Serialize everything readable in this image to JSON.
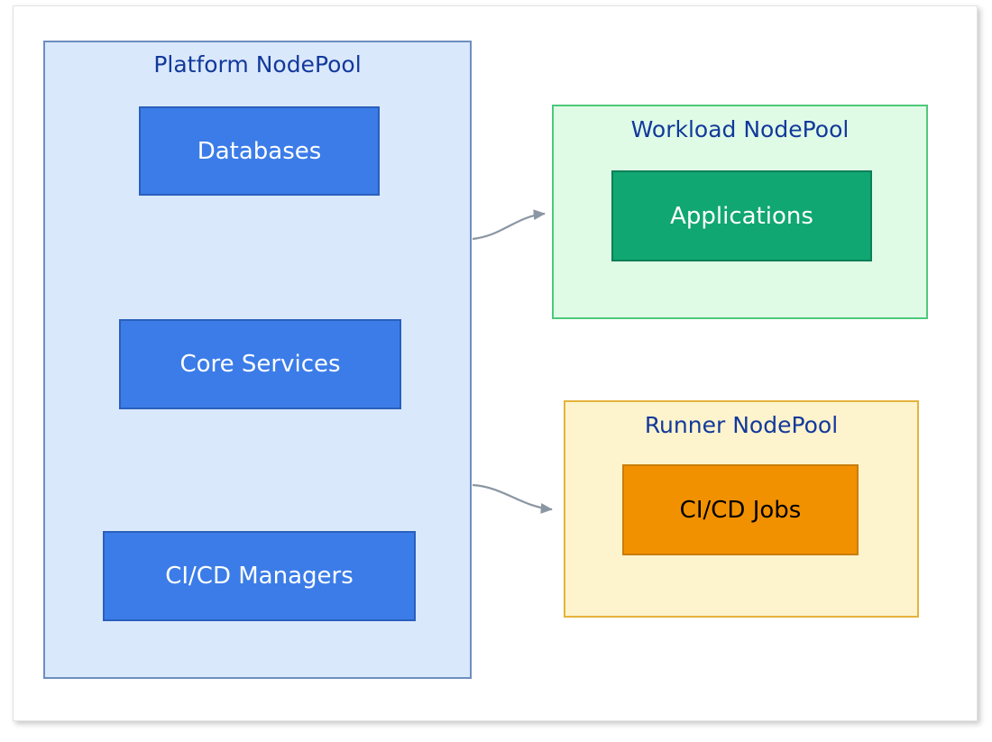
{
  "diagram": {
    "type": "architecture-grouping",
    "title": "",
    "colors": {
      "platform_pool_fill": "#dae8fc",
      "platform_pool_border": "#6c8ebf",
      "platform_box_fill": "#3b7ce8",
      "platform_box_border": "#2a5fbb",
      "workload_pool_fill": "#dffbe6",
      "workload_pool_border": "#4dc97a",
      "workload_box_fill": "#10a772",
      "workload_box_border": "#0d7f58",
      "runner_pool_fill": "#fdf3cd",
      "runner_pool_border": "#e5b33b",
      "runner_box_fill": "#f29100",
      "runner_box_border": "#c97d0c",
      "pool_title_text": "#12399b",
      "arrow": "#8a96a3",
      "canvas_background": "#ffffff"
    },
    "pools": [
      {
        "id": "platform",
        "title": "Platform NodePool",
        "nodes": [
          {
            "id": "databases",
            "label": "Databases"
          },
          {
            "id": "core-services",
            "label": "Core Services"
          },
          {
            "id": "cicd-managers",
            "label": "CI/CD Managers"
          }
        ]
      },
      {
        "id": "workload",
        "title": "Workload NodePool",
        "nodes": [
          {
            "id": "applications",
            "label": "Applications"
          }
        ]
      },
      {
        "id": "runner",
        "title": "Runner NodePool",
        "nodes": [
          {
            "id": "cicd-jobs",
            "label": "CI/CD Jobs"
          }
        ]
      }
    ],
    "connections": [
      {
        "id": "platform-to-workload",
        "from": "platform",
        "to": "workload",
        "label": "",
        "style": "curved-arrow"
      },
      {
        "id": "platform-to-runner",
        "from": "platform",
        "to": "runner",
        "label": "",
        "style": "curved-arrow"
      }
    ]
  }
}
